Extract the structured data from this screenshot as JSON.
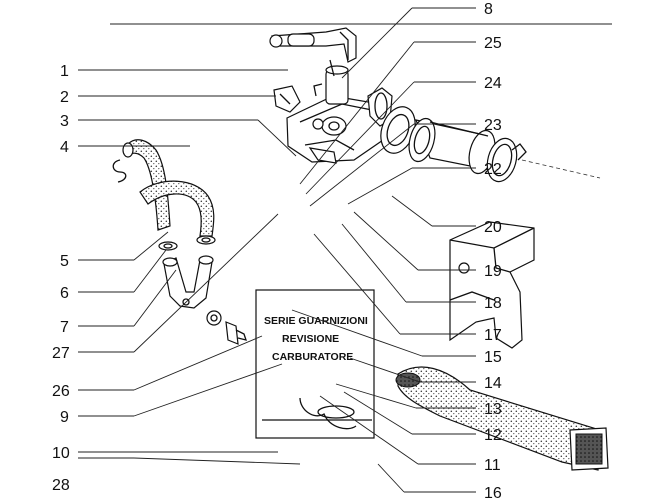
{
  "callouts": {
    "c1": "1",
    "c2": "2",
    "c3": "3",
    "c4": "4",
    "c5": "5",
    "c6": "6",
    "c7": "7",
    "c8": "8",
    "c9": "9",
    "c10": "10",
    "c11": "11",
    "c12": "12",
    "c13": "13",
    "c14": "14",
    "c15": "15",
    "c16": "16",
    "c17": "17",
    "c18": "18",
    "c19": "19",
    "c20": "20",
    "c22": "22",
    "c23": "23",
    "c24": "24",
    "c25": "25",
    "c26": "26",
    "c27": "27",
    "c28": "28"
  },
  "kit_label": {
    "line1": "SERIE GUARNIZIONI",
    "line2": "REVISIONE",
    "line3": "CARBURATORE"
  }
}
